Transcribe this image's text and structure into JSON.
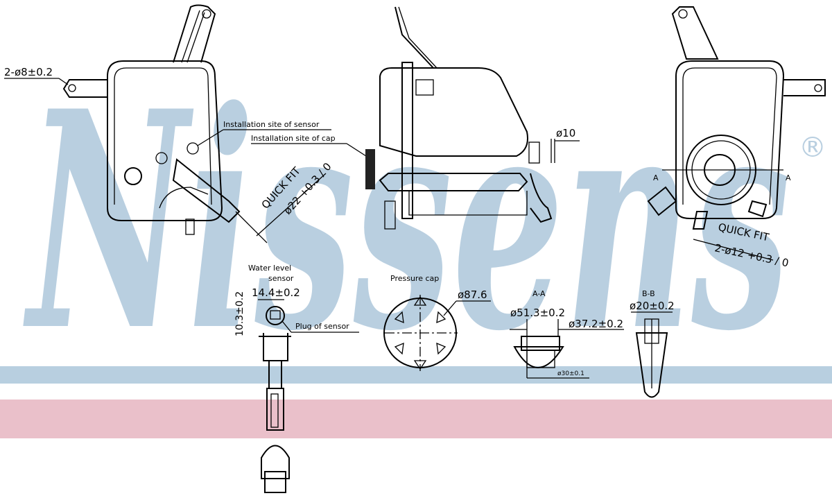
{
  "brand": {
    "watermark": "Nissens",
    "registered_mark": "®",
    "band_blue": "#b8cfe0",
    "band_pink": "#eac0ca",
    "watermark_color": "#b9cfe0"
  },
  "labels": {
    "mount_holes": "2-ø8±0.2",
    "install_sensor": "Installation site of sensor",
    "install_cap": "Installation site of cap",
    "quick_fit_left": "QUICK FIT",
    "quick_fit_left_dim": "ø22 +0.3 / 0",
    "outlet_dim": "ø10",
    "section_a_left": "A",
    "section_a_right": "A",
    "quick_fit_right": "QUICK FIT",
    "quick_fit_right_dim": "2-ø12 +0.3 / 0",
    "water_level_sensor_1": "Water level",
    "water_level_sensor_2": "sensor",
    "sensor_width": "14.4±0.2",
    "sensor_height": "10.3±0.2",
    "plug_of_sensor": "Plug of sensor",
    "pressure_cap": "Pressure  cap",
    "cap_dia": "ø87.6",
    "section_aa": "A-A",
    "aa_outer": "ø51.3±0.2",
    "aa_inner": "ø37.2±0.2",
    "aa_bottom": "ø30±0.1",
    "section_bb": "B-B",
    "bb_dia": "ø20±0.2"
  }
}
